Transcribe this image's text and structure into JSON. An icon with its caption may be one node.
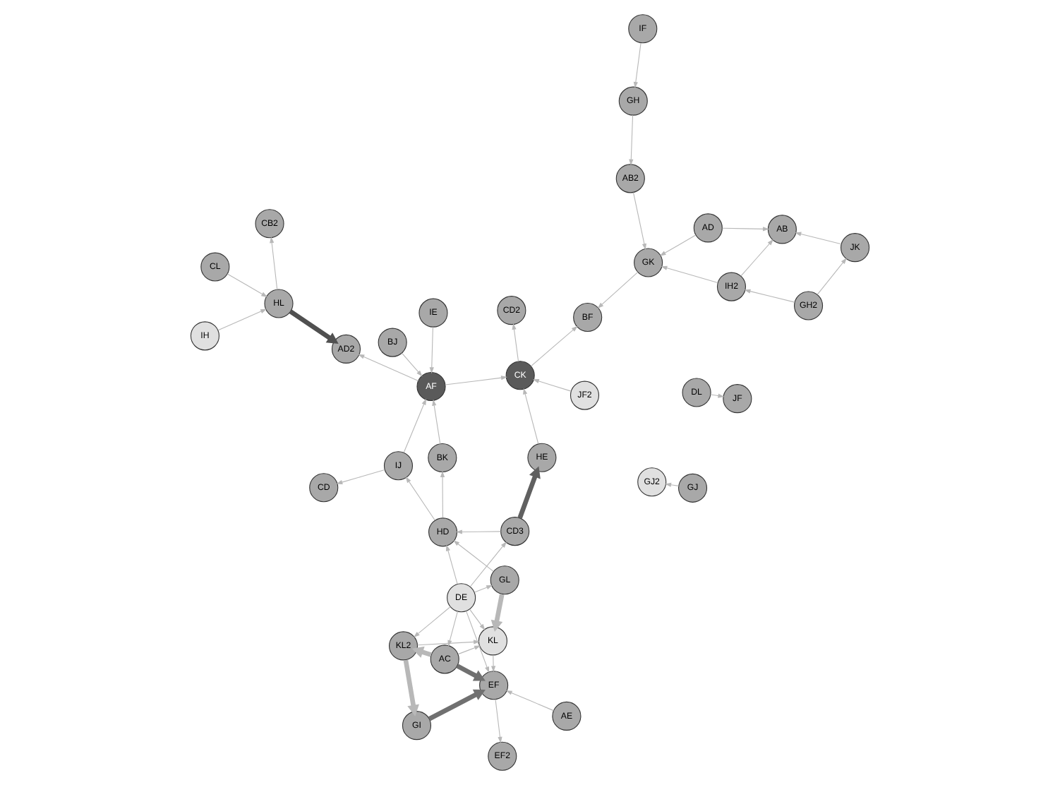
{
  "diagram": {
    "nodes": [
      {
        "text": [
          "DE"
        ]
      },
      {
        "text": [
          "KL"
        ]
      },
      {
        "text": [
          "AC"
        ]
      },
      {
        "text": [
          "EF"
        ]
      },
      {
        "text": [
          "GL"
        ]
      },
      {
        "text": [
          "GI"
        ]
      },
      {
        "text": [
          "KL2"
        ]
      },
      {
        "text": [
          "CD3"
        ]
      },
      {
        "text": [
          "EF2"
        ]
      },
      {
        "text": [
          "HD"
        ]
      },
      {
        "text": [
          "IJ"
        ]
      },
      {
        "text": [
          "CD"
        ]
      },
      {
        "text": [
          "BK"
        ]
      },
      {
        "text": [
          "GJ2"
        ]
      },
      {
        "text": [
          "HE"
        ]
      },
      {
        "text": [
          "BJ"
        ]
      },
      {
        "text": [
          "GJ"
        ]
      },
      {
        "text": [
          "AE"
        ]
      },
      {
        "text": [
          "IE"
        ]
      },
      {
        "text": [
          "AF"
        ]
      },
      {
        "text": [
          "CK"
        ]
      },
      {
        "text": [
          "HL"
        ]
      },
      {
        "text": [
          "CL"
        ]
      },
      {
        "text": [
          "IH"
        ]
      },
      {
        "text": [
          "IF"
        ]
      },
      {
        "text": [
          "DL"
        ]
      },
      {
        "text": [
          "JF"
        ]
      },
      {
        "text": [
          "AD2"
        ]
      },
      {
        "text": [
          "CB2"
        ]
      },
      {
        "text": [
          "JF2"
        ]
      },
      {
        "text": [
          "CD2"
        ]
      },
      {
        "text": [
          "GH"
        ]
      },
      {
        "text": [
          "AB2"
        ]
      },
      {
        "text": [
          "GK"
        ]
      },
      {
        "text": [
          "BF"
        ]
      },
      {
        "text": [
          "GH2"
        ]
      },
      {
        "text": [
          "IH2"
        ]
      },
      {
        "text": [
          "AD"
        ]
      },
      {
        "text": [
          "JK"
        ]
      },
      {
        "text": [
          "AB"
        ]
      }
    ],
    "edges": [
      {
        "from": 0,
        "to": 1,
        "arrow": "to"
      },
      {
        "from": 0,
        "to": 7,
        "arrow": "to"
      },
      {
        "from": 0,
        "to": 4,
        "arrow": "to"
      },
      {
        "from": 0,
        "to": 9,
        "arrow": "to"
      },
      {
        "from": 0,
        "to": 2,
        "arrow": "to"
      },
      {
        "from": 0,
        "to": 6,
        "arrow": "to"
      },
      {
        "from": 0,
        "to": 3,
        "arrow": "to"
      },
      {
        "from": 4,
        "to": 1,
        "arrow": "to",
        "style": "thick"
      },
      {
        "from": 2,
        "to": 1,
        "arrow": "to"
      },
      {
        "from": 6,
        "to": 1,
        "arrow": "to"
      },
      {
        "from": 1,
        "to": 3,
        "arrow": "to"
      },
      {
        "from": 2,
        "to": 3,
        "arrow": "to",
        "style": "thick",
        "color": "#707070"
      },
      {
        "from": 5,
        "to": 3,
        "arrow": "to",
        "style": "thick",
        "color": "#707070"
      },
      {
        "from": 6,
        "to": 5,
        "arrow": "to",
        "style": "thick"
      },
      {
        "from": 2,
        "to": 6,
        "arrow": "to",
        "style": "thick"
      },
      {
        "from": 3,
        "to": 8,
        "arrow": "to"
      },
      {
        "from": 7,
        "to": 14,
        "arrow": "to",
        "style": "thick",
        "color": "#606060"
      },
      {
        "from": 7,
        "to": 9,
        "arrow": "to"
      },
      {
        "from": 4,
        "to": 9,
        "arrow": "to"
      },
      {
        "from": 9,
        "to": 10,
        "arrow": "to"
      },
      {
        "from": 10,
        "to": 11,
        "arrow": "to"
      },
      {
        "from": 9,
        "to": 12,
        "arrow": "to"
      },
      {
        "from": 12,
        "to": 19,
        "arrow": "to"
      },
      {
        "from": 15,
        "to": 19,
        "arrow": "to"
      },
      {
        "from": 18,
        "to": 19,
        "arrow": "to"
      },
      {
        "from": 10,
        "to": 19,
        "arrow": "to"
      },
      {
        "from": 19,
        "to": 20,
        "arrow": "to"
      },
      {
        "from": 14,
        "to": 20,
        "arrow": "to"
      },
      {
        "from": 29,
        "to": 20,
        "arrow": "to"
      },
      {
        "from": 23,
        "to": 21,
        "arrow": "to"
      },
      {
        "from": 21,
        "to": 27,
        "arrow": "to",
        "style": "thick",
        "color": "#505050"
      },
      {
        "from": 22,
        "to": 21,
        "arrow": "to"
      },
      {
        "from": 17,
        "to": 3,
        "arrow": "to"
      },
      {
        "from": 16,
        "to": 13,
        "arrow": "to"
      },
      {
        "from": 21,
        "to": 28,
        "arrow": "to"
      },
      {
        "from": 19,
        "to": 27,
        "arrow": "to"
      },
      {
        "from": 20,
        "to": 34,
        "arrow": "to"
      },
      {
        "from": 25,
        "to": 26,
        "arrow": "to"
      },
      {
        "from": 24,
        "to": 31,
        "arrow": "to"
      },
      {
        "from": 20,
        "to": 30,
        "arrow": "to"
      },
      {
        "from": 35,
        "to": 36,
        "arrow": "to"
      },
      {
        "from": 36,
        "to": 33,
        "arrow": "to"
      },
      {
        "from": 32,
        "to": 33,
        "arrow": "to"
      },
      {
        "from": 35,
        "to": 38,
        "arrow": "to"
      },
      {
        "from": 38,
        "to": 39,
        "arrow": "to"
      },
      {
        "from": 36,
        "to": 39,
        "arrow": "to"
      },
      {
        "from": 37,
        "to": 39,
        "arrow": "to"
      },
      {
        "from": 37,
        "to": 33,
        "arrow": "to"
      },
      {
        "from": 33,
        "to": 34,
        "arrow": "to"
      },
      {
        "from": 31,
        "to": 32,
        "arrow": "to"
      }
    ]
  }
}
